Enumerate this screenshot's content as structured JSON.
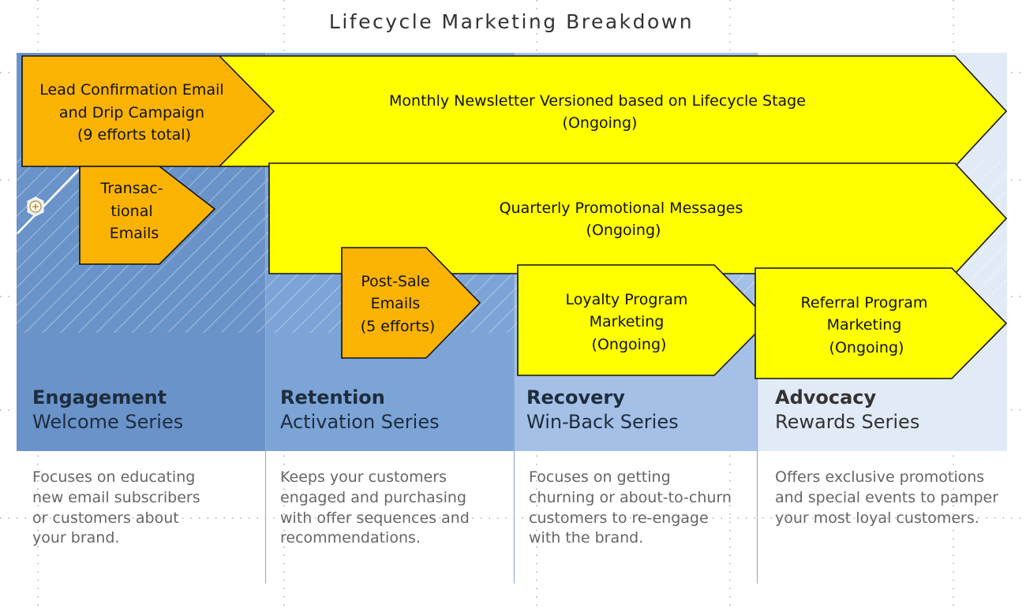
{
  "title": "Lifecycle Marketing Breakdown",
  "colors": {
    "engagement_band": "#6a93c9",
    "retention_band": "#7ca4d6",
    "recovery_band": "#a5c0e6",
    "advocacy_band": "#e1eaf7",
    "arrow_orange": "#fab300",
    "arrow_yellow": "#ffff00",
    "description_text": "#666666"
  },
  "stages": [
    {
      "name": "Engagement",
      "series": "Welcome Series",
      "description": [
        "Focuses on educating",
        "new email subscribers",
        "or customers about",
        "your brand."
      ]
    },
    {
      "name": "Retention",
      "series": "Activation Series",
      "description": [
        "Keeps your customers",
        "engaged and purchasing",
        "with offer sequences and",
        "recommendations."
      ]
    },
    {
      "name": "Recovery",
      "series": "Win-Back Series",
      "description": [
        "Focuses on getting",
        "churning or about-to-churn",
        "customers to re-engage",
        "with the brand."
      ]
    },
    {
      "name": "Advocacy",
      "series": "Rewards Series",
      "description": [
        "Offers exclusive promotions",
        "and special events to pamper",
        "your most loyal customers."
      ]
    }
  ],
  "arrows": [
    {
      "id": "lead-confirmation",
      "color": "orange",
      "lines": [
        "Lead Confirmation Email",
        "and Drip Campaign",
        "(9 efforts total)"
      ]
    },
    {
      "id": "monthly-newsletter",
      "color": "yellow",
      "lines": [
        "Monthly Newsletter Versioned based on Lifecycle Stage",
        "(Ongoing)"
      ]
    },
    {
      "id": "transactional",
      "color": "orange",
      "lines": [
        "Transac-",
        "tional",
        "Emails"
      ]
    },
    {
      "id": "quarterly-promotional",
      "color": "yellow",
      "lines": [
        "Quarterly Promotional Messages",
        "(Ongoing)"
      ]
    },
    {
      "id": "post-sale",
      "color": "orange",
      "lines": [
        "Post-Sale",
        "Emails",
        "(5 efforts)"
      ]
    },
    {
      "id": "loyalty-program",
      "color": "yellow",
      "lines": [
        "Loyalty Program",
        "Marketing",
        "(Ongoing)"
      ]
    },
    {
      "id": "referral-program",
      "color": "yellow",
      "lines": [
        "Referral Program",
        "Marketing",
        "(Ongoing)"
      ]
    }
  ],
  "icons": {
    "add_handle": "plus-circle-icon"
  }
}
